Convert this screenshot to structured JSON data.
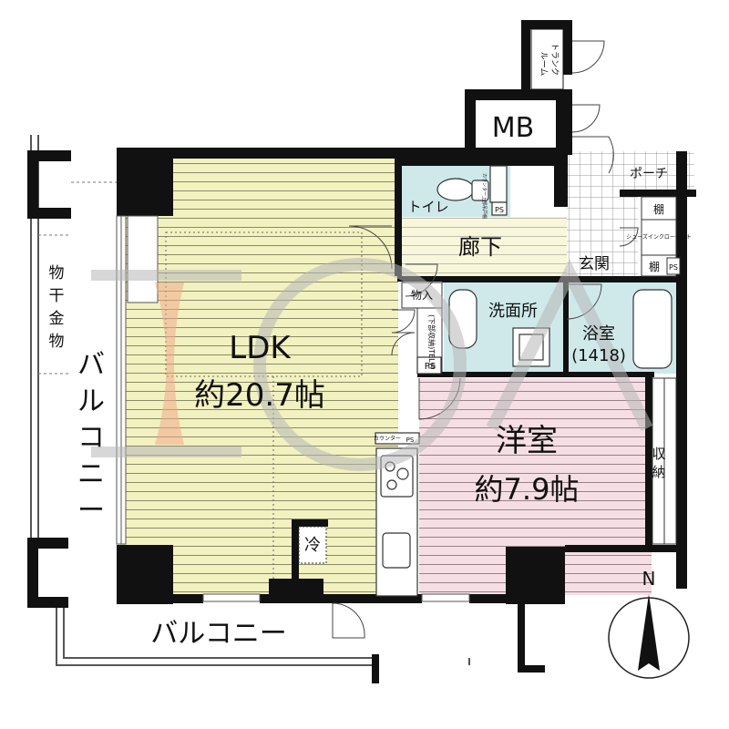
{
  "rooms": {
    "ldk": {
      "name": "LDK",
      "area": "約20.7帖"
    },
    "western": {
      "name": "洋室",
      "area": "約7.9帖"
    },
    "bath": {
      "name": "浴室",
      "size": "(1418)"
    },
    "washroom": {
      "name": "洗面所"
    },
    "toilet": {
      "name": "トイレ"
    },
    "corridor": {
      "name": "廊下"
    },
    "entrance": {
      "name": "玄関"
    },
    "porch": {
      "name": "ポーチ"
    },
    "mb": {
      "name": "MB"
    },
    "trunk_room": {
      "lines": [
        "トランク",
        "ルーム"
      ]
    },
    "storage": {
      "name": "物入"
    },
    "closet": {
      "lines": [
        "収",
        "納"
      ]
    },
    "shelf_top": {
      "name": "棚"
    },
    "shelf_bottom": {
      "name": "棚"
    },
    "shoes_closet": {
      "name": "シューズインクローゼット"
    },
    "fridge": {
      "name": "冷"
    },
    "counter_kitchen": {
      "name": "カウンター"
    },
    "counter_toilet": {
      "name": "カウンター上部吊戸棚"
    },
    "tel_board": {
      "name": "(下部収納)TEL台"
    },
    "ps_labels": [
      "PS",
      "PS",
      "PS",
      "PS"
    ],
    "hanger": {
      "lines": [
        "物",
        "干",
        "金",
        "物"
      ]
    },
    "balcony_west": {
      "lines": [
        "バ",
        "ル",
        "コ",
        "ニ",
        "ー"
      ]
    },
    "balcony_south": {
      "name": "バルコニー"
    }
  },
  "compass": {
    "label": "N"
  },
  "colors": {
    "ldk": "#f2f1c0",
    "western": "#f5dfe5",
    "wet": "#cfe9ea",
    "wall": "#111111",
    "line": "#444444",
    "watermark": "#b7b7b7",
    "watermark_accent": "#f1a98a"
  }
}
